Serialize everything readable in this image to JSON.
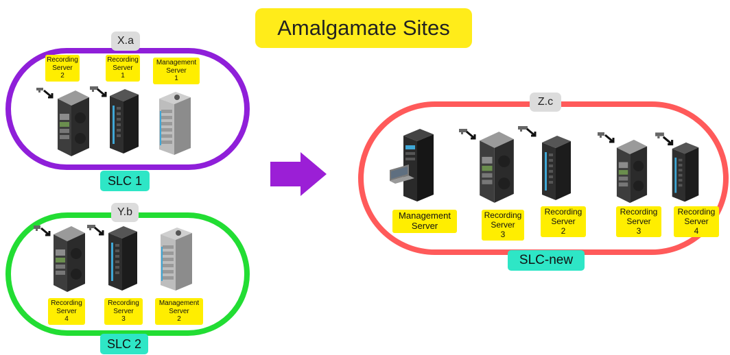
{
  "title": "Amalgamate Sites",
  "arrow_color": "#9b1fd6",
  "sites": [
    {
      "id": "X.a",
      "slc": "SLC 1",
      "ring_color": "#8f1fd9",
      "servers": [
        {
          "name": "Recording",
          "name2": "Server",
          "num": "2",
          "kind": "tower",
          "camera": true
        },
        {
          "name": "Recording",
          "name2": "Server",
          "num": "1",
          "kind": "rack",
          "camera": true
        },
        {
          "name": "Management",
          "name2": "Server",
          "num": "1",
          "kind": "white",
          "camera": false
        }
      ]
    },
    {
      "id": "Y.b",
      "slc": "SLC 2",
      "ring_color": "#22dd33",
      "servers": [
        {
          "name": "Recording",
          "name2": "Server",
          "num": "4",
          "kind": "tower",
          "camera": true
        },
        {
          "name": "Recording",
          "name2": "Server",
          "num": "3",
          "kind": "rack",
          "camera": true
        },
        {
          "name": "Management",
          "name2": "Server",
          "num": "2",
          "kind": "white",
          "camera": false
        }
      ]
    },
    {
      "id": "Z.c",
      "slc": "SLC-new",
      "ring_color": "#ff5a5a",
      "servers": [
        {
          "name": "Management",
          "name2": "Server",
          "num": "",
          "kind": "console",
          "camera": false
        },
        {
          "name": "Recording",
          "name2": "Server",
          "num": "3",
          "kind": "tower",
          "camera": true
        },
        {
          "name": "Recording",
          "name2": "Server",
          "num": "2",
          "kind": "rack",
          "camera": true
        },
        {
          "name": "Recording",
          "name2": "Server",
          "num": "3",
          "kind": "tower",
          "camera": true
        },
        {
          "name": "Recording",
          "name2": "Server",
          "num": "4",
          "kind": "rack",
          "camera": true
        }
      ]
    }
  ]
}
